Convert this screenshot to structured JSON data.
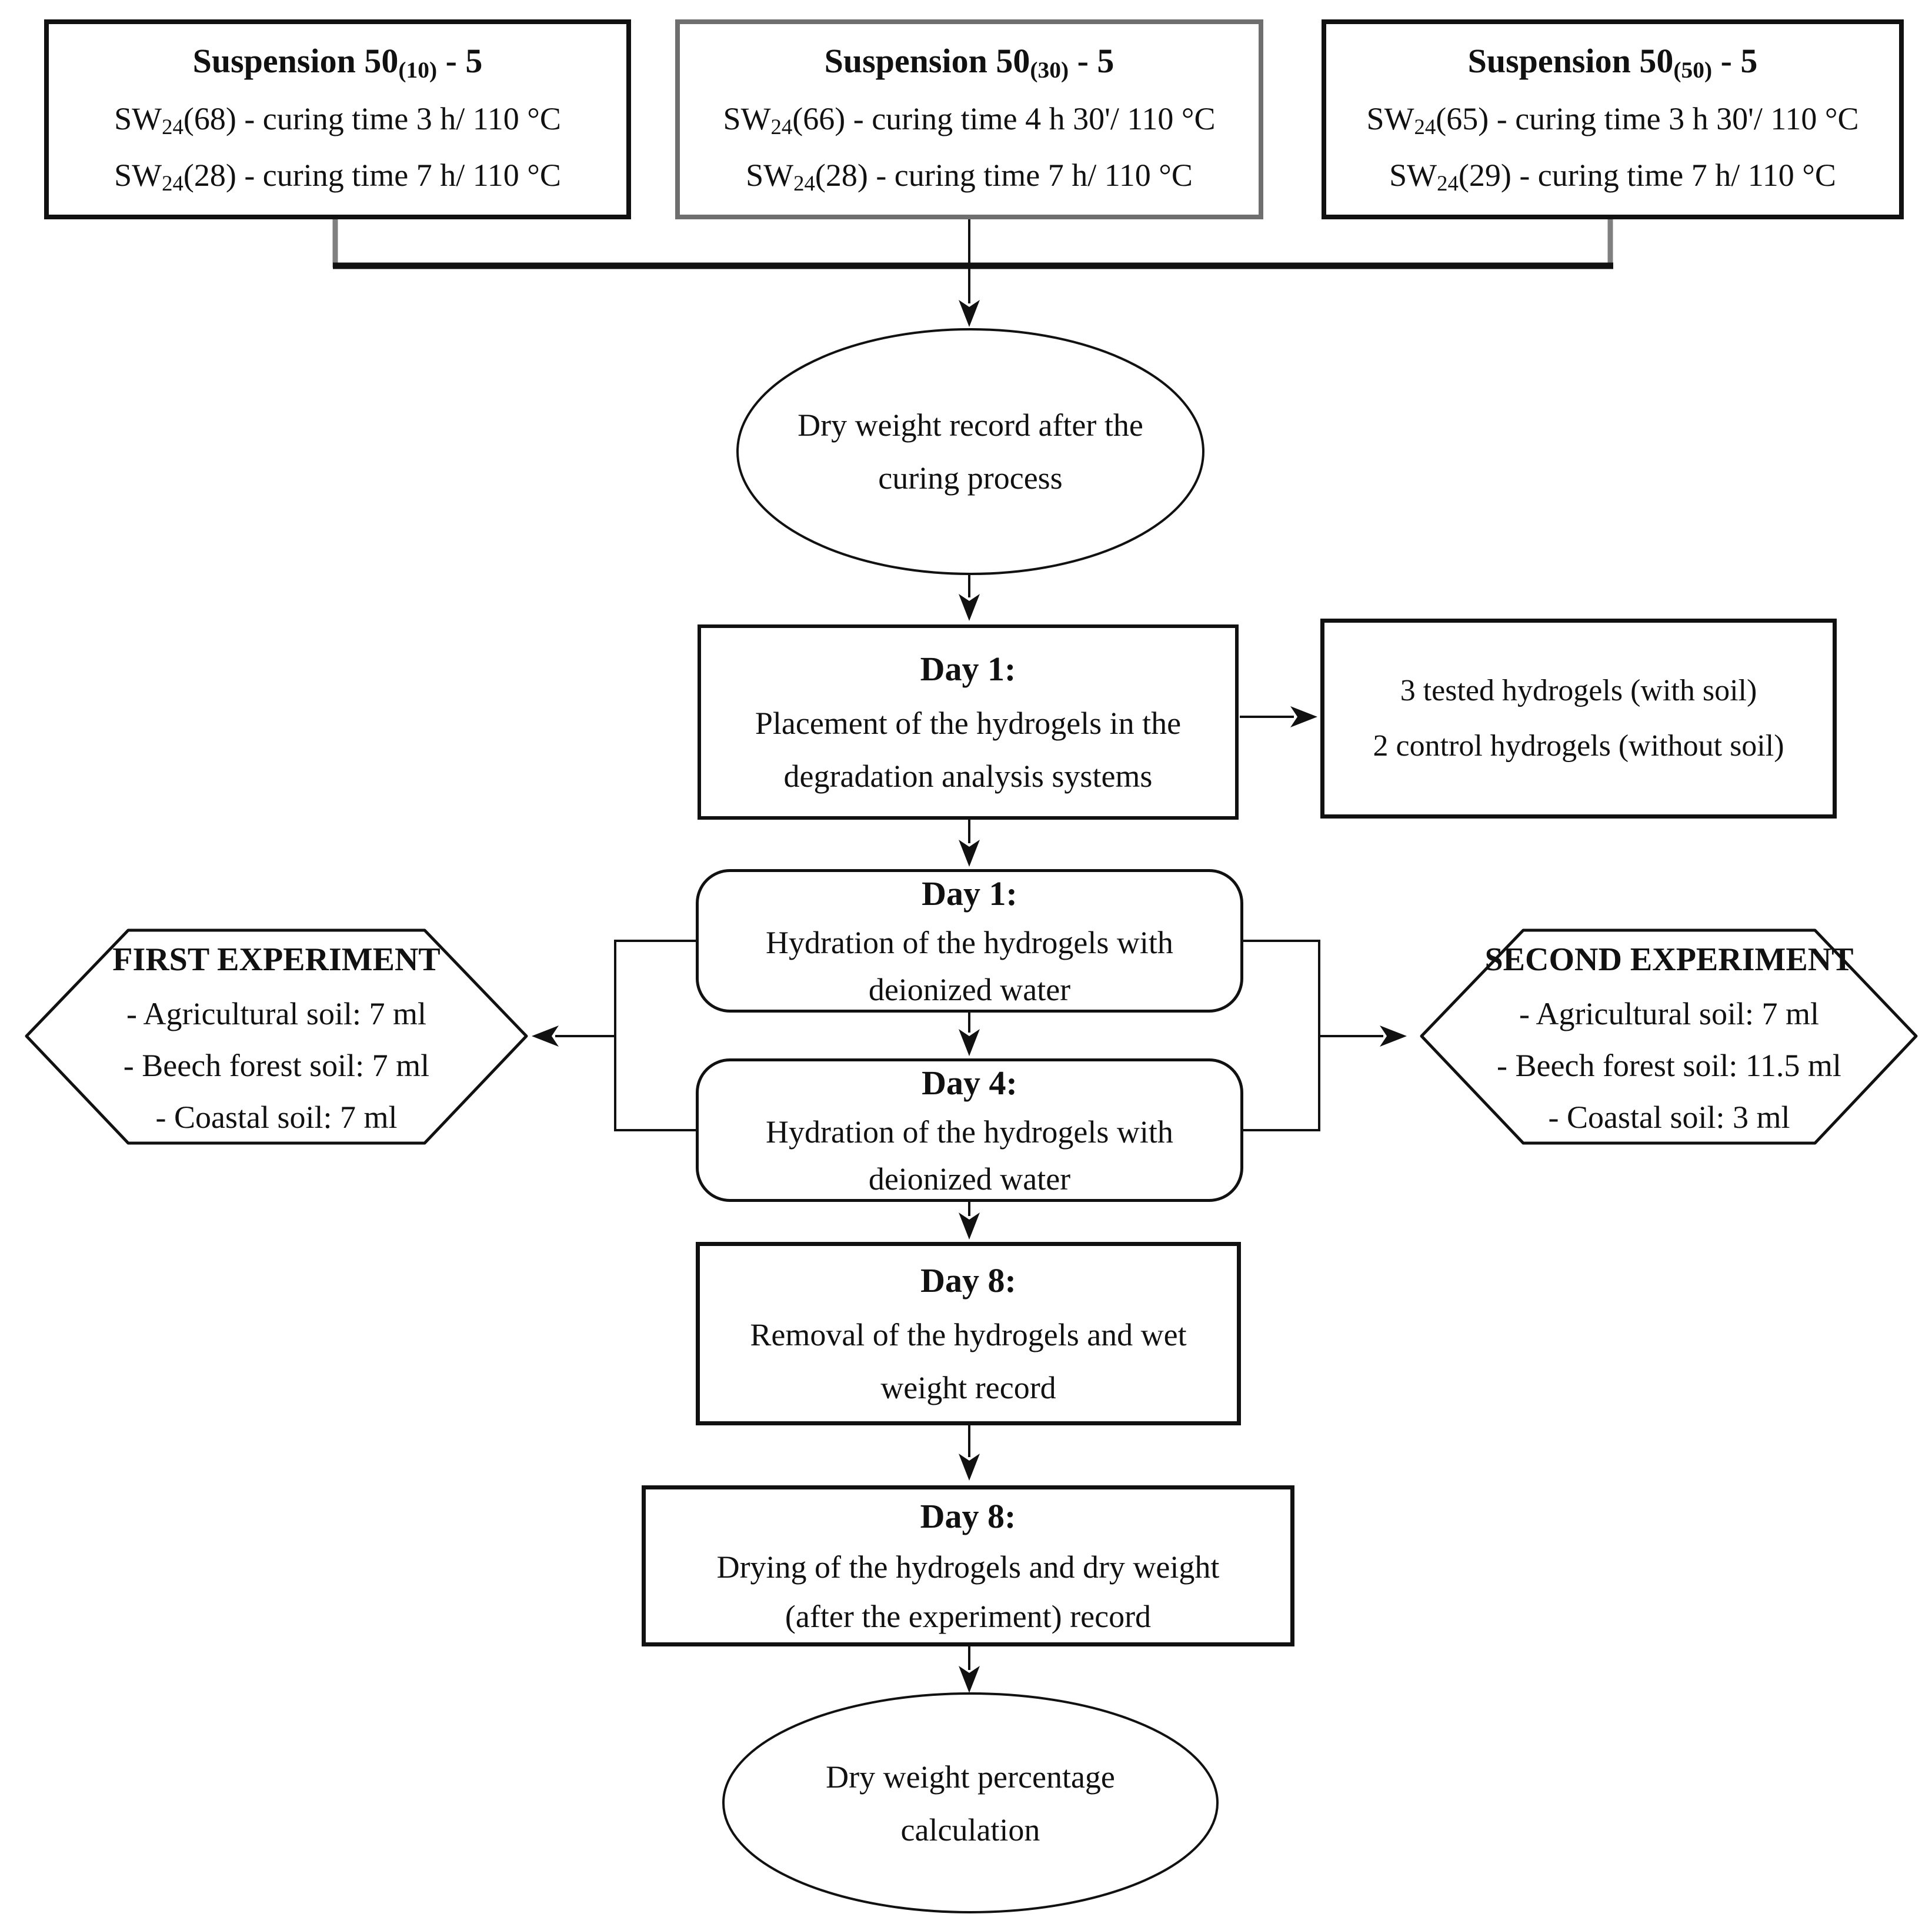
{
  "diagram": {
    "top_boxes": [
      {
        "title_pre": "Suspension 50",
        "title_sub": "(10)",
        "title_post": " - 5",
        "row1_pre": "SW",
        "row1_sub": "24",
        "row1_post": "(68) - curing time 3 h/ 110 °C",
        "row2_pre": "SW",
        "row2_sub": "24",
        "row2_post": "(28) - curing time 7 h/ 110 °C"
      },
      {
        "title_pre": "Suspension 50",
        "title_sub": "(30)",
        "title_post": " - 5",
        "row1_pre": "SW",
        "row1_sub": "24",
        "row1_post": "(66) - curing time 4 h 30'/ 110 °C",
        "row2_pre": "SW",
        "row2_sub": "24",
        "row2_post": "(28) - curing time 7 h/ 110 °C"
      },
      {
        "title_pre": "Suspension 50",
        "title_sub": "(50)",
        "title_post": " - 5",
        "row1_pre": "SW",
        "row1_sub": "24",
        "row1_post": "(65) - curing time 3 h 30'/ 110 °C",
        "row2_pre": "SW",
        "row2_sub": "24",
        "row2_post": "(29) - curing time 7 h/ 110 °C"
      }
    ],
    "dry_weight_record": {
      "line1": "Dry weight record after the",
      "line2": "curing process"
    },
    "day1_placement": {
      "title": "Day 1:",
      "line1": "Placement of the hydrogels in the",
      "line2": "degradation analysis systems"
    },
    "hydrogel_counts": {
      "line1": "3 tested hydrogels (with soil)",
      "line2": "2 control hydrogels (without soil)"
    },
    "day1_hydration": {
      "title": "Day 1:",
      "line1": "Hydration of the hydrogels with",
      "line2": "deionized water"
    },
    "day4_hydration": {
      "title": "Day 4:",
      "line1": "Hydration of the hydrogels with",
      "line2": "deionized water"
    },
    "first_experiment": {
      "title": "FIRST EXPERIMENT",
      "line1": "- Agricultural soil: 7 ml",
      "line2": "- Beech forest soil: 7 ml",
      "line3": "- Coastal soil: 7 ml"
    },
    "second_experiment": {
      "title": "SECOND EXPERIMENT",
      "line1": "- Agricultural soil: 7 ml",
      "line2": "- Beech forest soil: 11.5 ml",
      "line3": "- Coastal soil: 3 ml"
    },
    "day8_removal": {
      "title": "Day 8:",
      "line1": "Removal of the hydrogels and wet",
      "line2": "weight record"
    },
    "day8_drying": {
      "title": "Day 8:",
      "line1": "Drying of the hydrogels and dry weight",
      "line2": "(after the experiment) record"
    },
    "dry_weight_percentage": {
      "line1": "Dry weight percentage",
      "line2": "calculation"
    },
    "colors": {
      "ink": "#111111",
      "gray_line": "#808080",
      "box2_border": "#6f6f6f",
      "background": "#ffffff"
    }
  }
}
